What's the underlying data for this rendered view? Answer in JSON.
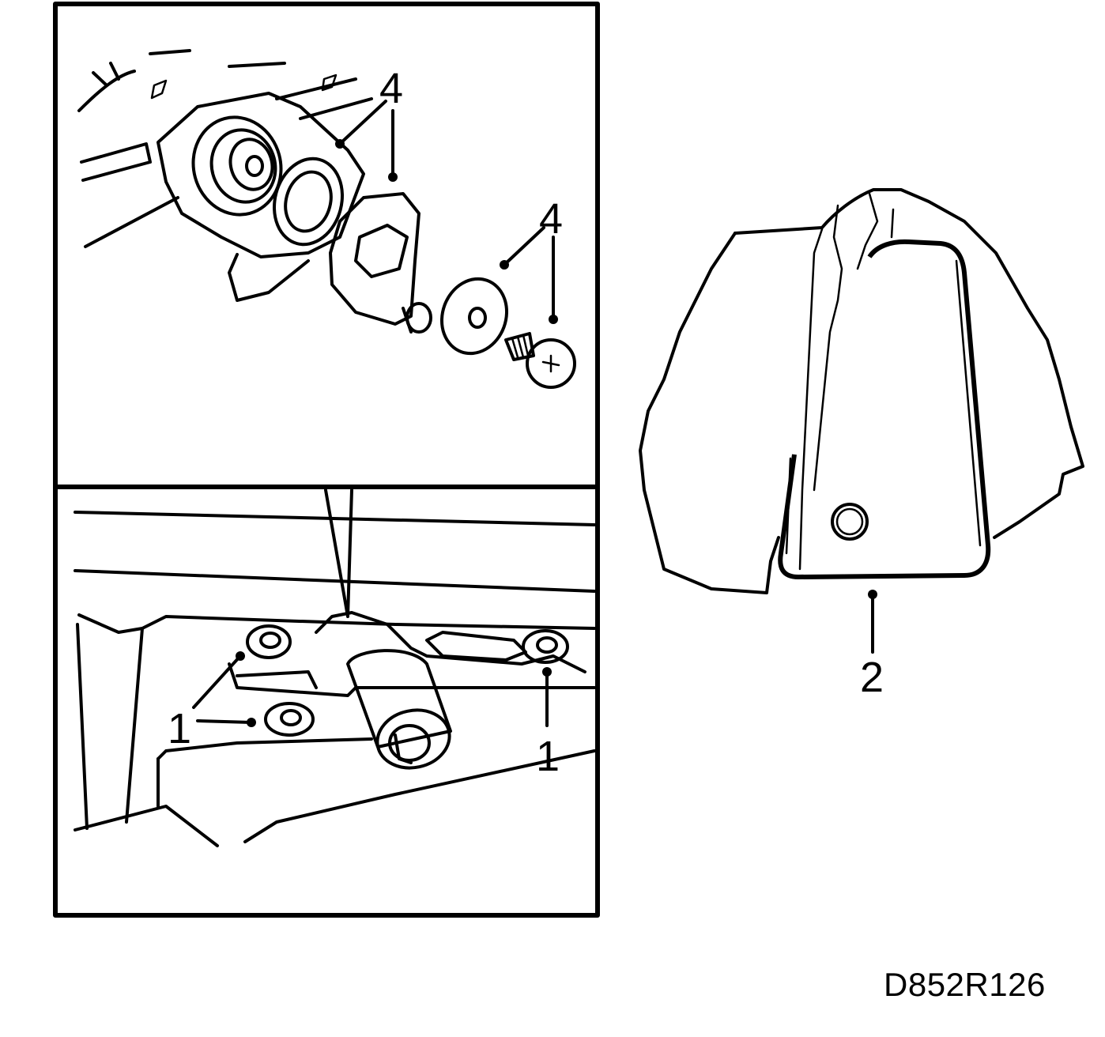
{
  "figure_code": "D852R126",
  "callouts": {
    "top_a": "4",
    "top_b": "4",
    "bottom_left": "1",
    "bottom_right": "1",
    "right_plate": "2"
  },
  "colors": {
    "line": "#000000",
    "background": "#ffffff"
  }
}
